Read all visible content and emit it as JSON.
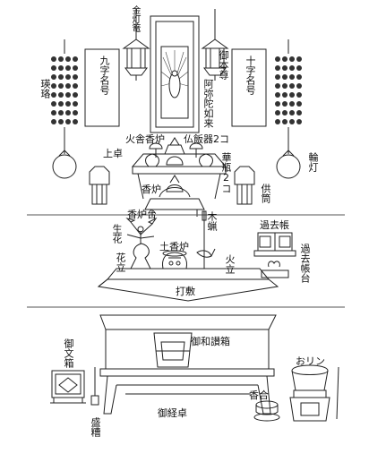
{
  "labels": {
    "kintoro": "金灯篭",
    "kuji": "九字名号",
    "gohonzon": "御本尊",
    "amida": "阿弥陀如来",
    "juji": "十字名号",
    "yoraku": "瑛珞",
    "rinto": "輪灯",
    "hiireko": "火舎香炉",
    "buppanki": "仏飯器2コ",
    "uwajoku": "上卓",
    "kabin": "華瓶2コ",
    "koro": "香炉",
    "kyoto": "供筒",
    "korodai": "香炉台",
    "seika": "生花",
    "tsuchikoro": "土香炉",
    "mokuro": "木蝋",
    "kakocho": "過去帳",
    "kakochodai": "過去帳台",
    "kaku": "花立",
    "hitate": "火立",
    "uchishiki": "打敷",
    "gowasan": "御和讃箱",
    "gofumibako": "御文箱",
    "orin": "おリン",
    "kogo": "香合",
    "kyozukue": "御経卓",
    "moriki": "盛糟"
  }
}
